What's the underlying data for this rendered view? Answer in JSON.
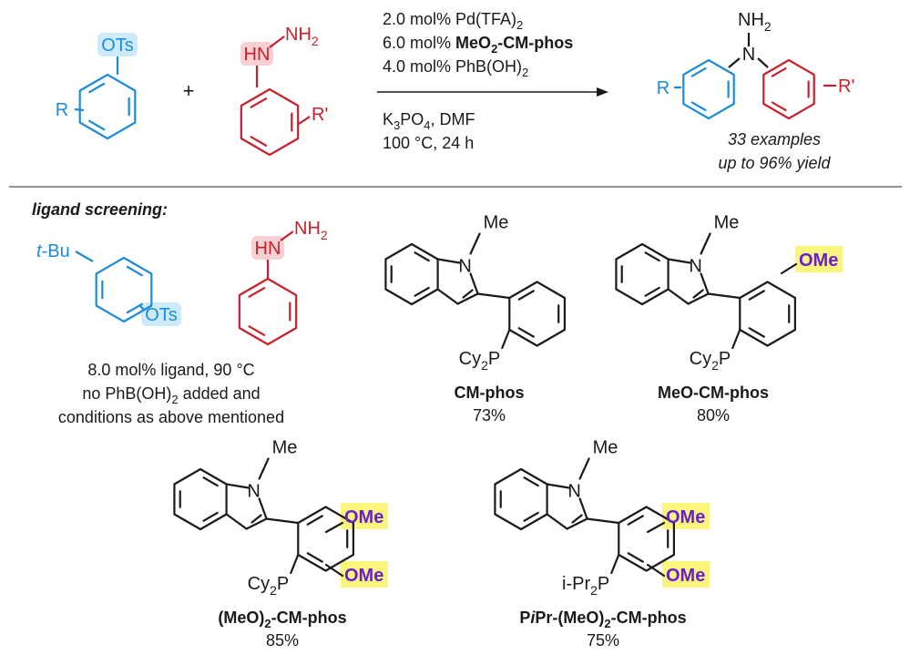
{
  "colors": {
    "blue": "#1c8cd8",
    "red": "#c8202a",
    "ink": "#1a1a1a",
    "purple": "#6b1ed0",
    "highlight_yellow": "#faf57d",
    "highlight_blue": "#cdeaf8",
    "highlight_red": "#f7d0d4"
  },
  "reaction": {
    "aryl_tosylate": {
      "substituent": "R",
      "leaving_group": "OTs"
    },
    "plus": "+",
    "hydrazine": {
      "nh2": "NH",
      "nh2_sub": "2",
      "hn": "HN",
      "substituent": "R'"
    },
    "conditions_above": [
      {
        "pre": "2.0 mol% Pd(TFA)",
        "sub": "2",
        "bold": "",
        "post": ""
      },
      {
        "pre": "6.0 mol% ",
        "sub": "",
        "bold": "MeO",
        "bold_sub": "2",
        "bold_post": "-CM-phos",
        "post": ""
      },
      {
        "pre": "4.0 mol% PhB(OH)",
        "sub": "2",
        "bold": "",
        "post": ""
      }
    ],
    "conditions_below": [
      {
        "pre": "K",
        "sub": "3",
        "mid": "PO",
        "sub2": "4",
        "post": ", DMF"
      },
      {
        "pre": "100 °C, 24 h"
      }
    ],
    "product": {
      "nh2": "NH",
      "nh2_sub": "2",
      "n": "N",
      "left_sub": "R",
      "right_sub": "R'"
    },
    "summary": [
      "33 examples",
      "up to 96% yield"
    ]
  },
  "screening": {
    "heading": "ligand screening:",
    "model_tosylate": {
      "tbu": "t-Bu",
      "ots": "OTs"
    },
    "model_hydrazine": {
      "nh2": "NH",
      "nh2_sub": "2",
      "hn": "HN"
    },
    "note_lines": [
      {
        "pre": "8.0 mol% ligand, 90 °C"
      },
      {
        "pre": "no PhB(OH)",
        "sub": "2",
        "post": " added and"
      },
      {
        "pre": "conditions as above mentioned"
      }
    ],
    "ligands": [
      {
        "name_pre": "CM-phos",
        "name_sub": "",
        "name_post": "",
        "yield": "73%",
        "methyl": "Me",
        "n": "N",
        "phos_pre": "Cy",
        "phos_sub": "2",
        "phos_post": "P",
        "ome": []
      },
      {
        "name_pre": "MeO-CM-phos",
        "name_sub": "",
        "name_post": "",
        "yield": "80%",
        "methyl": "Me",
        "n": "N",
        "phos_pre": "Cy",
        "phos_sub": "2",
        "phos_post": "P",
        "ome": [
          "OMe"
        ]
      },
      {
        "name_pre": "(MeO)",
        "name_sub": "2",
        "name_post": "-CM-phos",
        "yield": "85%",
        "methyl": "Me",
        "n": "N",
        "phos_pre": "Cy",
        "phos_sub": "2",
        "phos_post": "P",
        "ome": [
          "OMe",
          "OMe"
        ]
      },
      {
        "name_pre": "P",
        "name_it": "i",
        "name_mid": "Pr-(MeO)",
        "name_sub": "2",
        "name_post": "-CM-phos",
        "yield": "75%",
        "methyl": "Me",
        "n": "N",
        "phos_pre": "i-Pr",
        "phos_sub": "2",
        "phos_post": "P",
        "ome": [
          "OMe",
          "OMe"
        ]
      }
    ]
  }
}
